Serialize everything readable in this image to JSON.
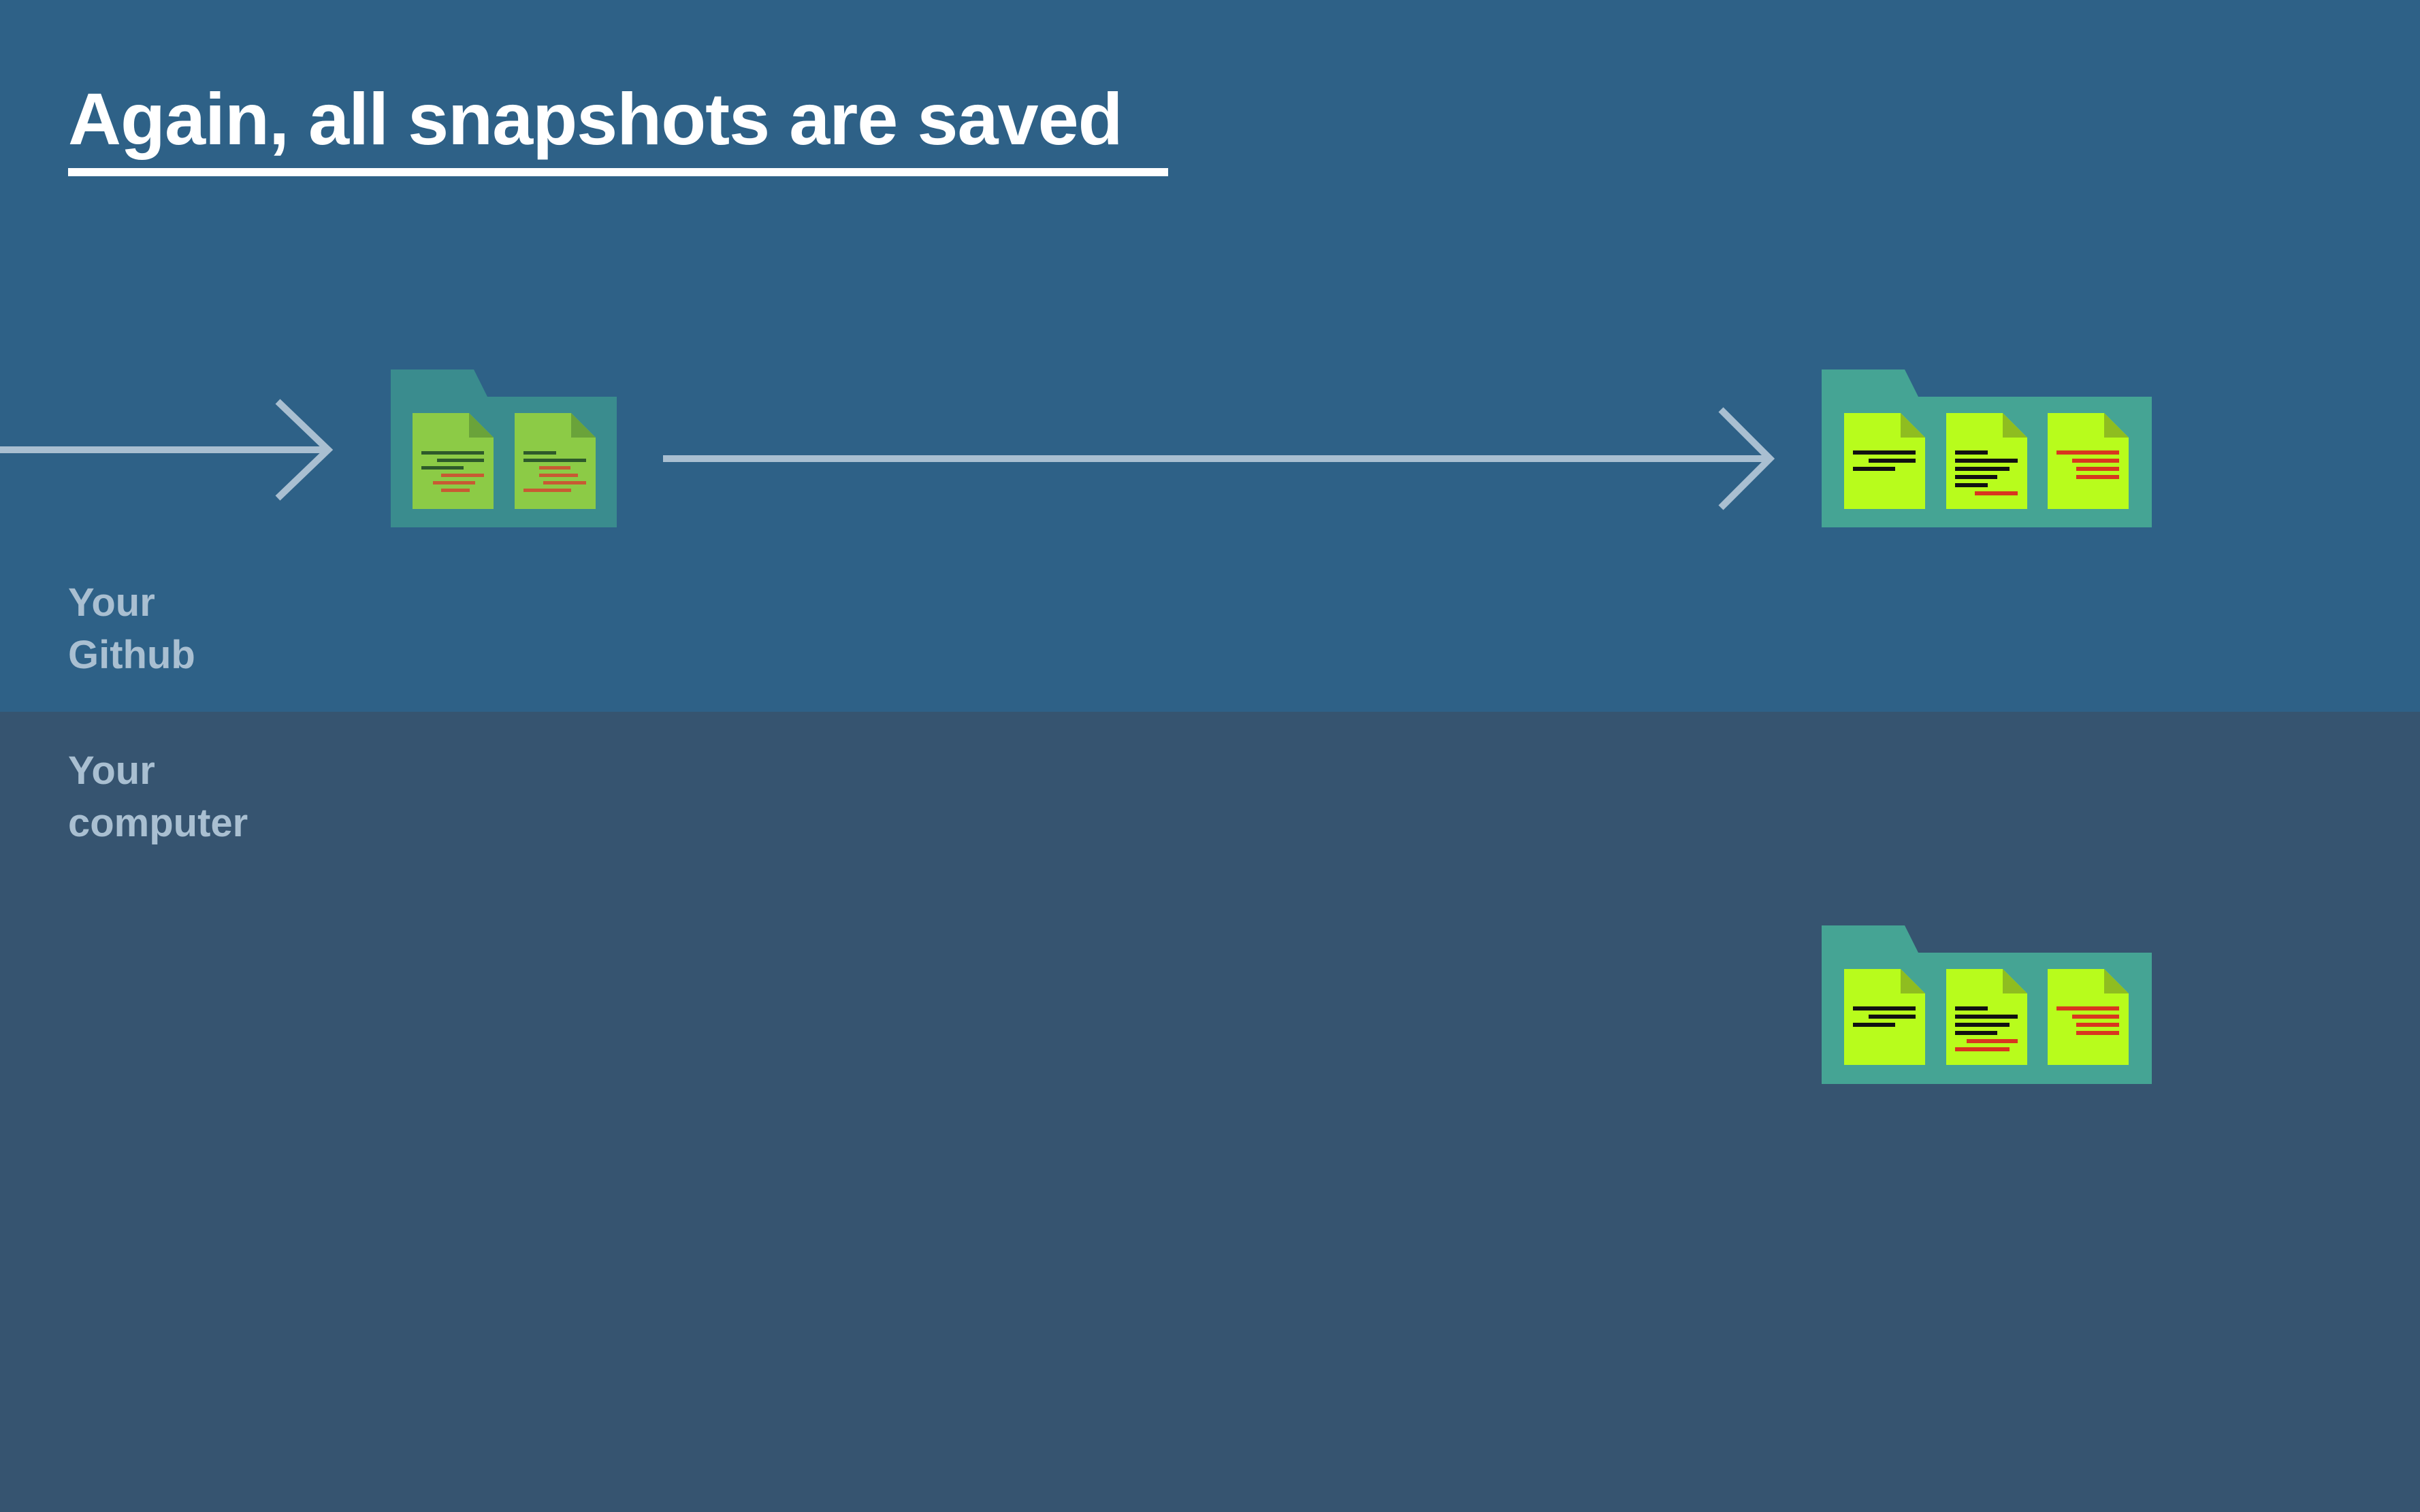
{
  "title": "Again, all snapshots are saved",
  "regions": {
    "github": {
      "line1": "Your",
      "line2": "Github"
    },
    "computer": {
      "line1": "Your",
      "line2": "computer"
    }
  },
  "colors": {
    "github_background": "#2e6187",
    "computer_background": "#365470",
    "arrow": "#a9bfd1",
    "label_text": "#a9bfd1",
    "older_folder": "#3a8c8e",
    "older_file": "#8ccb46",
    "newer_folder": "#45a494",
    "newer_file": "#b8fc1c",
    "file_text_line": "#111111",
    "file_change_line": "#d9361f"
  },
  "snapshots": [
    {
      "location": "github",
      "version": "older",
      "file_count": 2
    },
    {
      "location": "github",
      "version": "newer",
      "file_count": 3
    },
    {
      "location": "computer",
      "version": "newer",
      "file_count": 3
    }
  ],
  "arrows": [
    {
      "from": "previous-snapshot",
      "to": "older-github-snapshot"
    },
    {
      "from": "older-github-snapshot",
      "to": "newer-github-snapshot"
    }
  ]
}
